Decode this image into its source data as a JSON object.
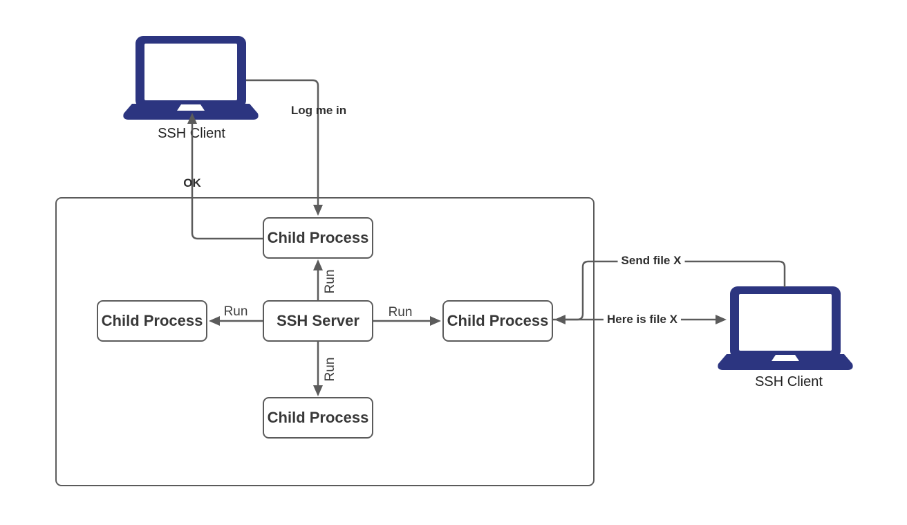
{
  "diagram": {
    "nodes": {
      "child_top": "Child Process",
      "child_left": "Child Process",
      "ssh_server": "SSH Server",
      "child_right": "Child Process",
      "child_bottom": "Child Process"
    },
    "clients": {
      "left_label": "SSH Client",
      "right_label": "SSH Client"
    },
    "edges": {
      "log_me_in": "Log me in",
      "ok": "OK",
      "run_up": "Run",
      "run_down": "Run",
      "run_left": "Run",
      "run_right": "Run",
      "send_file": "Send file X",
      "here_is_file": "Here is file X"
    },
    "colors": {
      "laptop": "#2c3580",
      "wire": "#5b5b5b",
      "box_border": "#5b5b5b",
      "box_text": "#383838",
      "background": "#ffffff"
    }
  }
}
